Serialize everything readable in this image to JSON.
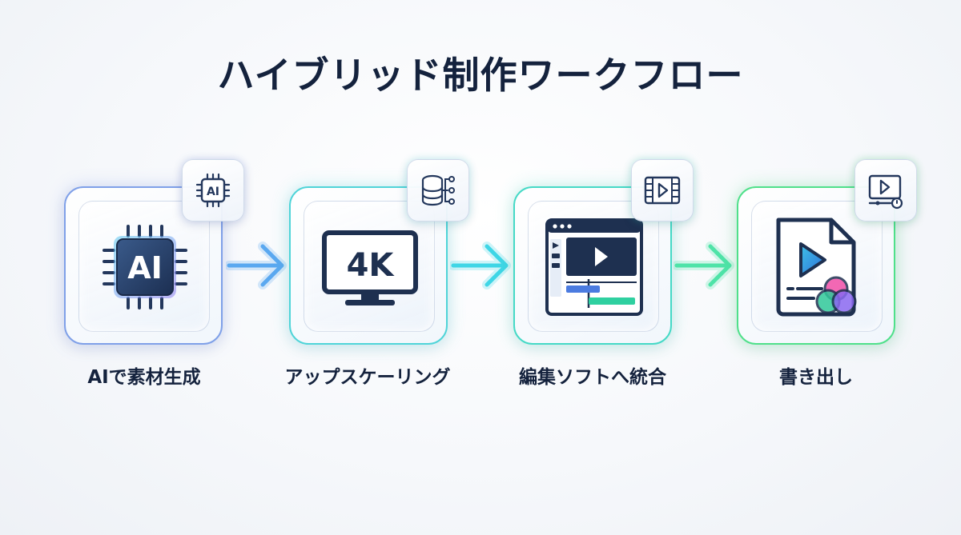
{
  "title": "ハイブリッド制作ワークフロー",
  "steps": [
    {
      "label": "AIで素材生成",
      "icon": "ai-chip-icon",
      "badge_icon": "ai-chip-icon",
      "badge_text": "AI",
      "main_text": "AI",
      "color": "#7fa0e8"
    },
    {
      "label": "アップスケーリング",
      "icon": "4k-monitor-icon",
      "badge_icon": "database-network-icon",
      "main_text": "4K",
      "color": "#4fd4d8"
    },
    {
      "label": "編集ソフトへ統合",
      "icon": "video-editor-window-icon",
      "badge_icon": "film-play-icon",
      "color": "#45d9c6"
    },
    {
      "label": "書き出し",
      "icon": "video-file-export-icon",
      "badge_icon": "video-export-timer-icon",
      "color": "#4fe08a"
    }
  ],
  "arrows": [
    {
      "icon": "arrow-right-icon",
      "color": "#5aa8f0"
    },
    {
      "icon": "arrow-right-icon",
      "color": "#3fd6e6"
    },
    {
      "icon": "arrow-right-icon",
      "color": "#4fe3a8"
    }
  ]
}
